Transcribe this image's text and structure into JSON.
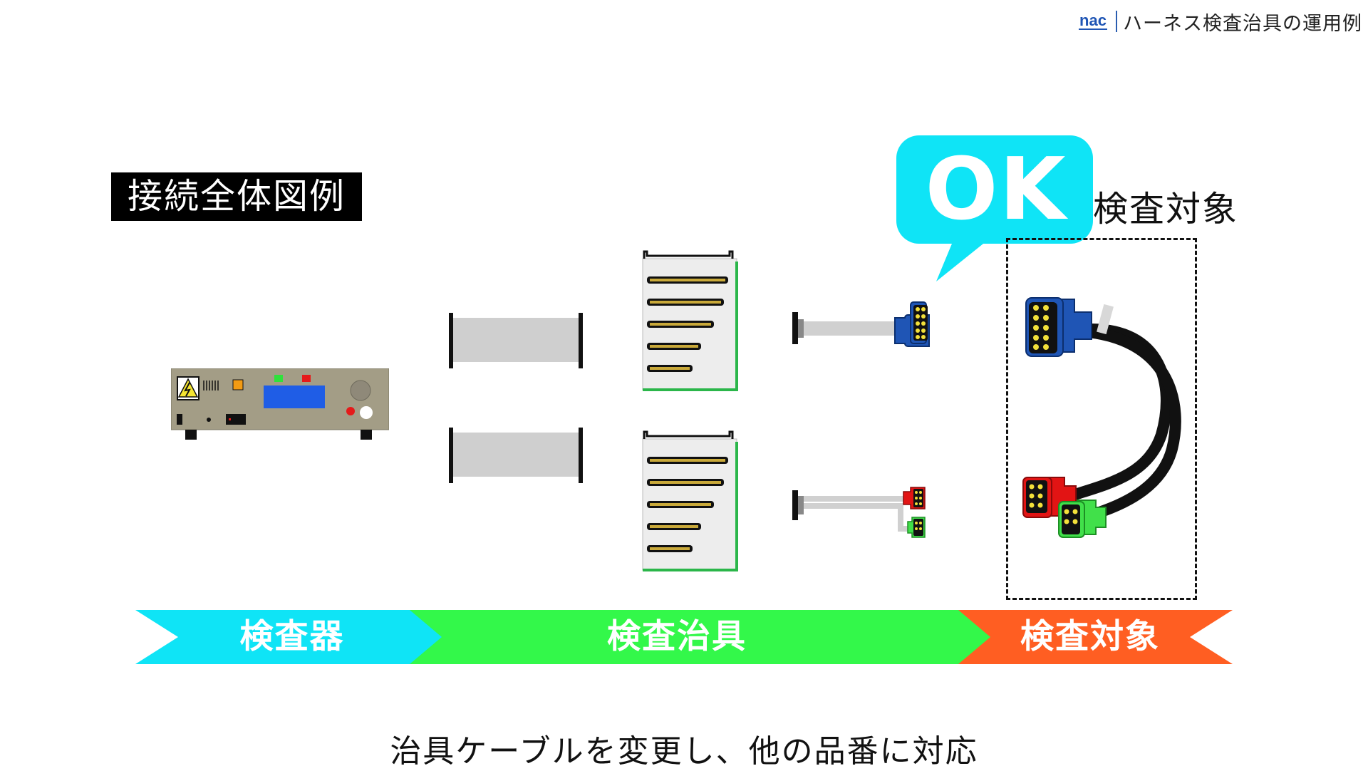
{
  "header": {
    "logo_text": "nac",
    "title": "ハーネス検査治具の運用例"
  },
  "section_label": "接続全体図例",
  "ok_callout": "OK",
  "target_title": "検査対象",
  "band": {
    "tester": "検査器",
    "fixture": "検査治具",
    "target": "検査対象"
  },
  "caption": "治具ケーブルを変更し、他の品番に対応",
  "colors": {
    "cyan": "#0fe4f6",
    "green": "#33f84a",
    "orange": "#ff5e22",
    "connector_blue": "#1f55b5",
    "connector_red": "#e21414",
    "connector_green": "#41e04a",
    "tester_body": "#a39d86"
  },
  "icons": [
    "logo-icon",
    "high-voltage-warning-icon"
  ]
}
